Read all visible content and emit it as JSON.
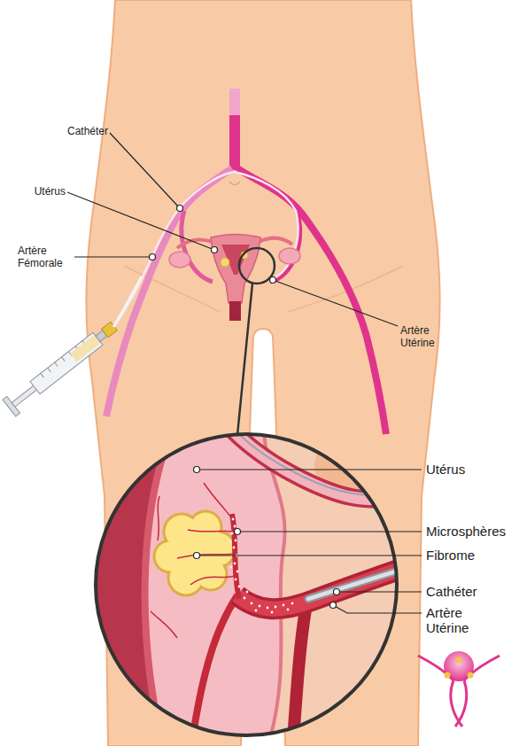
{
  "diagram": {
    "labels": [
      "Cathéter",
      "Utérus",
      "Artère Fémorale",
      "Artère Utérine",
      "Utérus",
      "Microsphères",
      "Fibrome",
      "Cathéter",
      "Artère Utérine"
    ]
  }
}
